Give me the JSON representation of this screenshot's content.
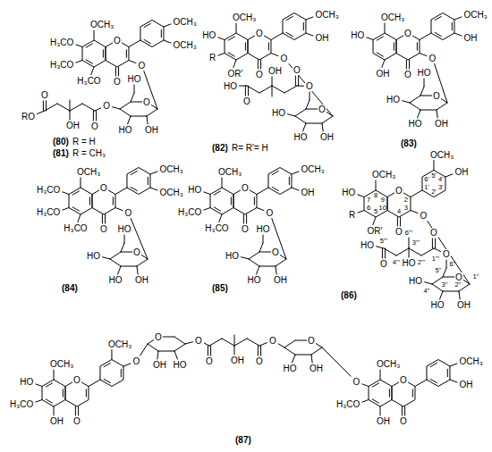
{
  "diagram": {
    "labels": [
      "OCH₃",
      "H₃CO",
      "H₃CO",
      "H₃CO",
      "O",
      "O",
      "O",
      "OCH₃",
      "OCH₃",
      "O",
      "HO",
      "O",
      "HO",
      "OH",
      "O",
      "OH",
      "O",
      "RO",
      "(80)",
      "R = H",
      "(81)",
      "R = CH₃",
      "OCH₃",
      "HO",
      "R",
      "OR'",
      "O",
      "O",
      "O",
      "OCH₃",
      "OH",
      "O",
      "O",
      "HO",
      "HO",
      "OH",
      "O",
      "OH",
      "O",
      "HO",
      "(82)",
      "R= R'= H",
      "OCH₃",
      "HO",
      "OH",
      "O",
      "O",
      "O",
      "OCH₃",
      "OH",
      "O",
      "HO",
      "HO",
      "HO",
      "OH",
      "(83)",
      "OCH₃",
      "H₃CO",
      "H₃CO",
      "H₃CO",
      "O",
      "O",
      "O",
      "OCH₃",
      "OCH₃",
      "O",
      "HO",
      "HO",
      "HO",
      "OH",
      "(84)",
      "OCH₃",
      "HO",
      "H₃CO",
      "H₃CO",
      "O",
      "O",
      "O",
      "OCH₃",
      "OH",
      "O",
      "HO",
      "HO",
      "HO",
      "OH",
      "(85)",
      "OCH₃",
      "5'",
      "6'",
      "4'",
      "OH",
      "3'",
      "2'",
      "1'",
      "OCH₃",
      "8",
      "HO",
      "7",
      "9",
      "O",
      "2",
      "R",
      "6",
      "10",
      "3",
      "5",
      "4",
      "OR'",
      "O",
      "O",
      "O",
      "O",
      "HO",
      "HO",
      "OH",
      "1''",
      "2''",
      "3''",
      "4''",
      "5''",
      "6''",
      "O",
      "1'''",
      "2'''",
      "3'''",
      "HO",
      "6'''",
      "4'''",
      "5'''",
      "O",
      "HO",
      "(86)",
      "OCH₃",
      "HO",
      "H₃CO",
      "OH",
      "O",
      "O",
      "OCH₃",
      "O",
      "O",
      "OH",
      "HO",
      "O",
      "O",
      "OH",
      "O",
      "O",
      "O",
      "HO",
      "OH",
      "O",
      "OCH₃",
      "H₃CO",
      "OH",
      "O",
      "O",
      "OCH₃",
      "OH",
      "(87)"
    ]
  }
}
